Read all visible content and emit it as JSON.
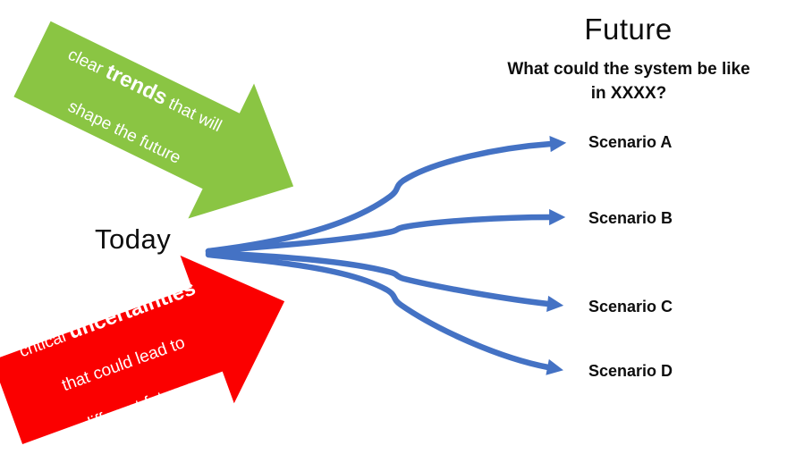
{
  "colors": {
    "green": "#8AC543",
    "red": "#FB0000",
    "blue": "#4472C4",
    "text": "#0D0D0D"
  },
  "future": {
    "title": "Future",
    "subtitle_line1": "What could the system be like",
    "subtitle_line2": "in XXXX?"
  },
  "today": {
    "label": "Today"
  },
  "green_arrow": {
    "line1_pre": "clear ",
    "line1_bold": "trends",
    "line1_post": " that will",
    "line2": "shape the future"
  },
  "red_arrow": {
    "line1_pre": "critical ",
    "line1_bold": "uncertainties",
    "line2": "that could lead to",
    "line3": "different futures"
  },
  "scenarios": [
    {
      "label": "Scenario A"
    },
    {
      "label": "Scenario B"
    },
    {
      "label": "Scenario C"
    },
    {
      "label": "Scenario D"
    }
  ]
}
